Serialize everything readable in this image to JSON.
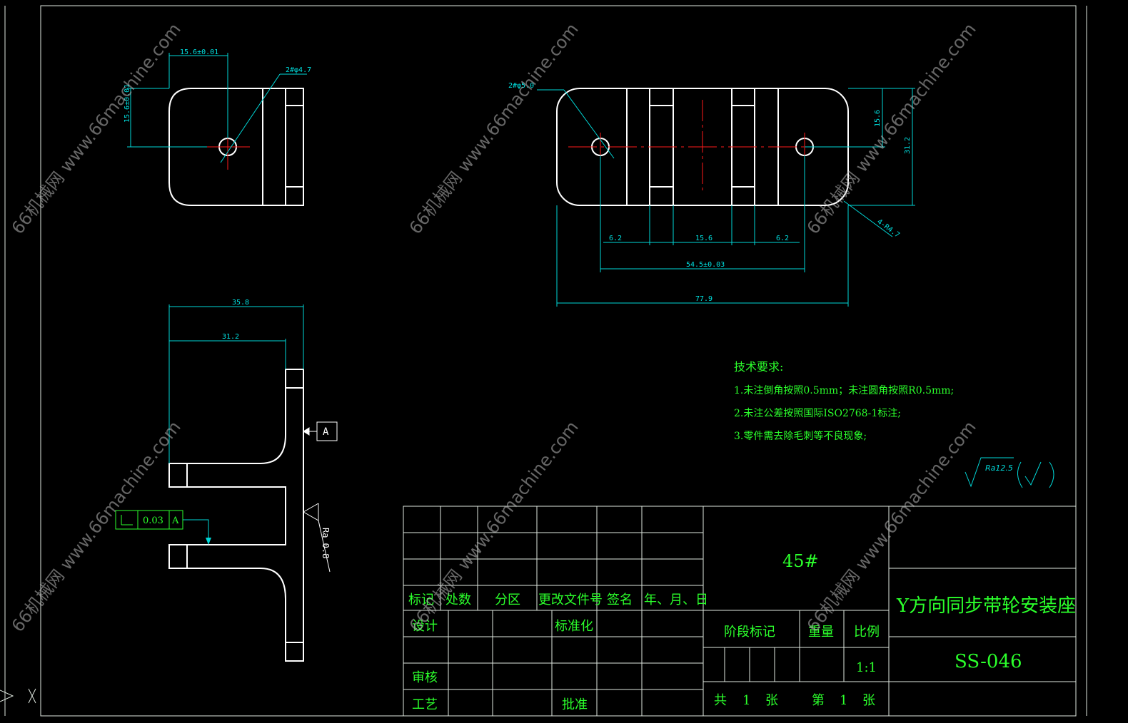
{
  "dimensions": {
    "top_left_width": "15.6±0.01",
    "top_left_height": "15.6±0.01",
    "top_left_hole": "2#φ4.7",
    "plan_hole": "2#φ5.0",
    "plan_h1": "15.6",
    "plan_h2": "31.2",
    "plan_radius": "4-R4.7",
    "plan_seg1": "6.2",
    "plan_seg2": "15.6",
    "plan_seg3": "6.2",
    "plan_center": "54.5±0.03",
    "plan_total": "77.9",
    "side_w1": "35.8",
    "side_w2": "31.2",
    "datum": "A",
    "tol_value": "0.03",
    "tol_datum": "A",
    "roughness": "Ra 0.8",
    "roughness_general": "Ra12.5"
  },
  "tech_notes": {
    "heading": "技术要求:",
    "items": [
      "1.未注倒角按照0.5mm；未注圆角按照R0.5mm;",
      "2.未注公差按照国际ISO2768-1标注;",
      "3.零件需去除毛刺等不良现象;"
    ]
  },
  "title_block": {
    "material": "45#",
    "part_name": "Y方向同步带轮安装座",
    "part_number": "SS-046",
    "headers": [
      "标记",
      "处数",
      "分区",
      "更改文件号",
      "签名",
      "年、月、日"
    ],
    "design": "设计",
    "standardize": "标准化",
    "review": "审核",
    "process": "工艺",
    "approve": "批准",
    "stage_mark": "阶段标记",
    "weight": "重量",
    "scale_label": "比例",
    "scale_value": "1:1",
    "total_label": "共",
    "total_count": "1",
    "sheet_unit": "张",
    "page_label": "第",
    "page_count": "1",
    "page_unit": "张"
  },
  "watermark": "66机械网 www.66machine.com"
}
